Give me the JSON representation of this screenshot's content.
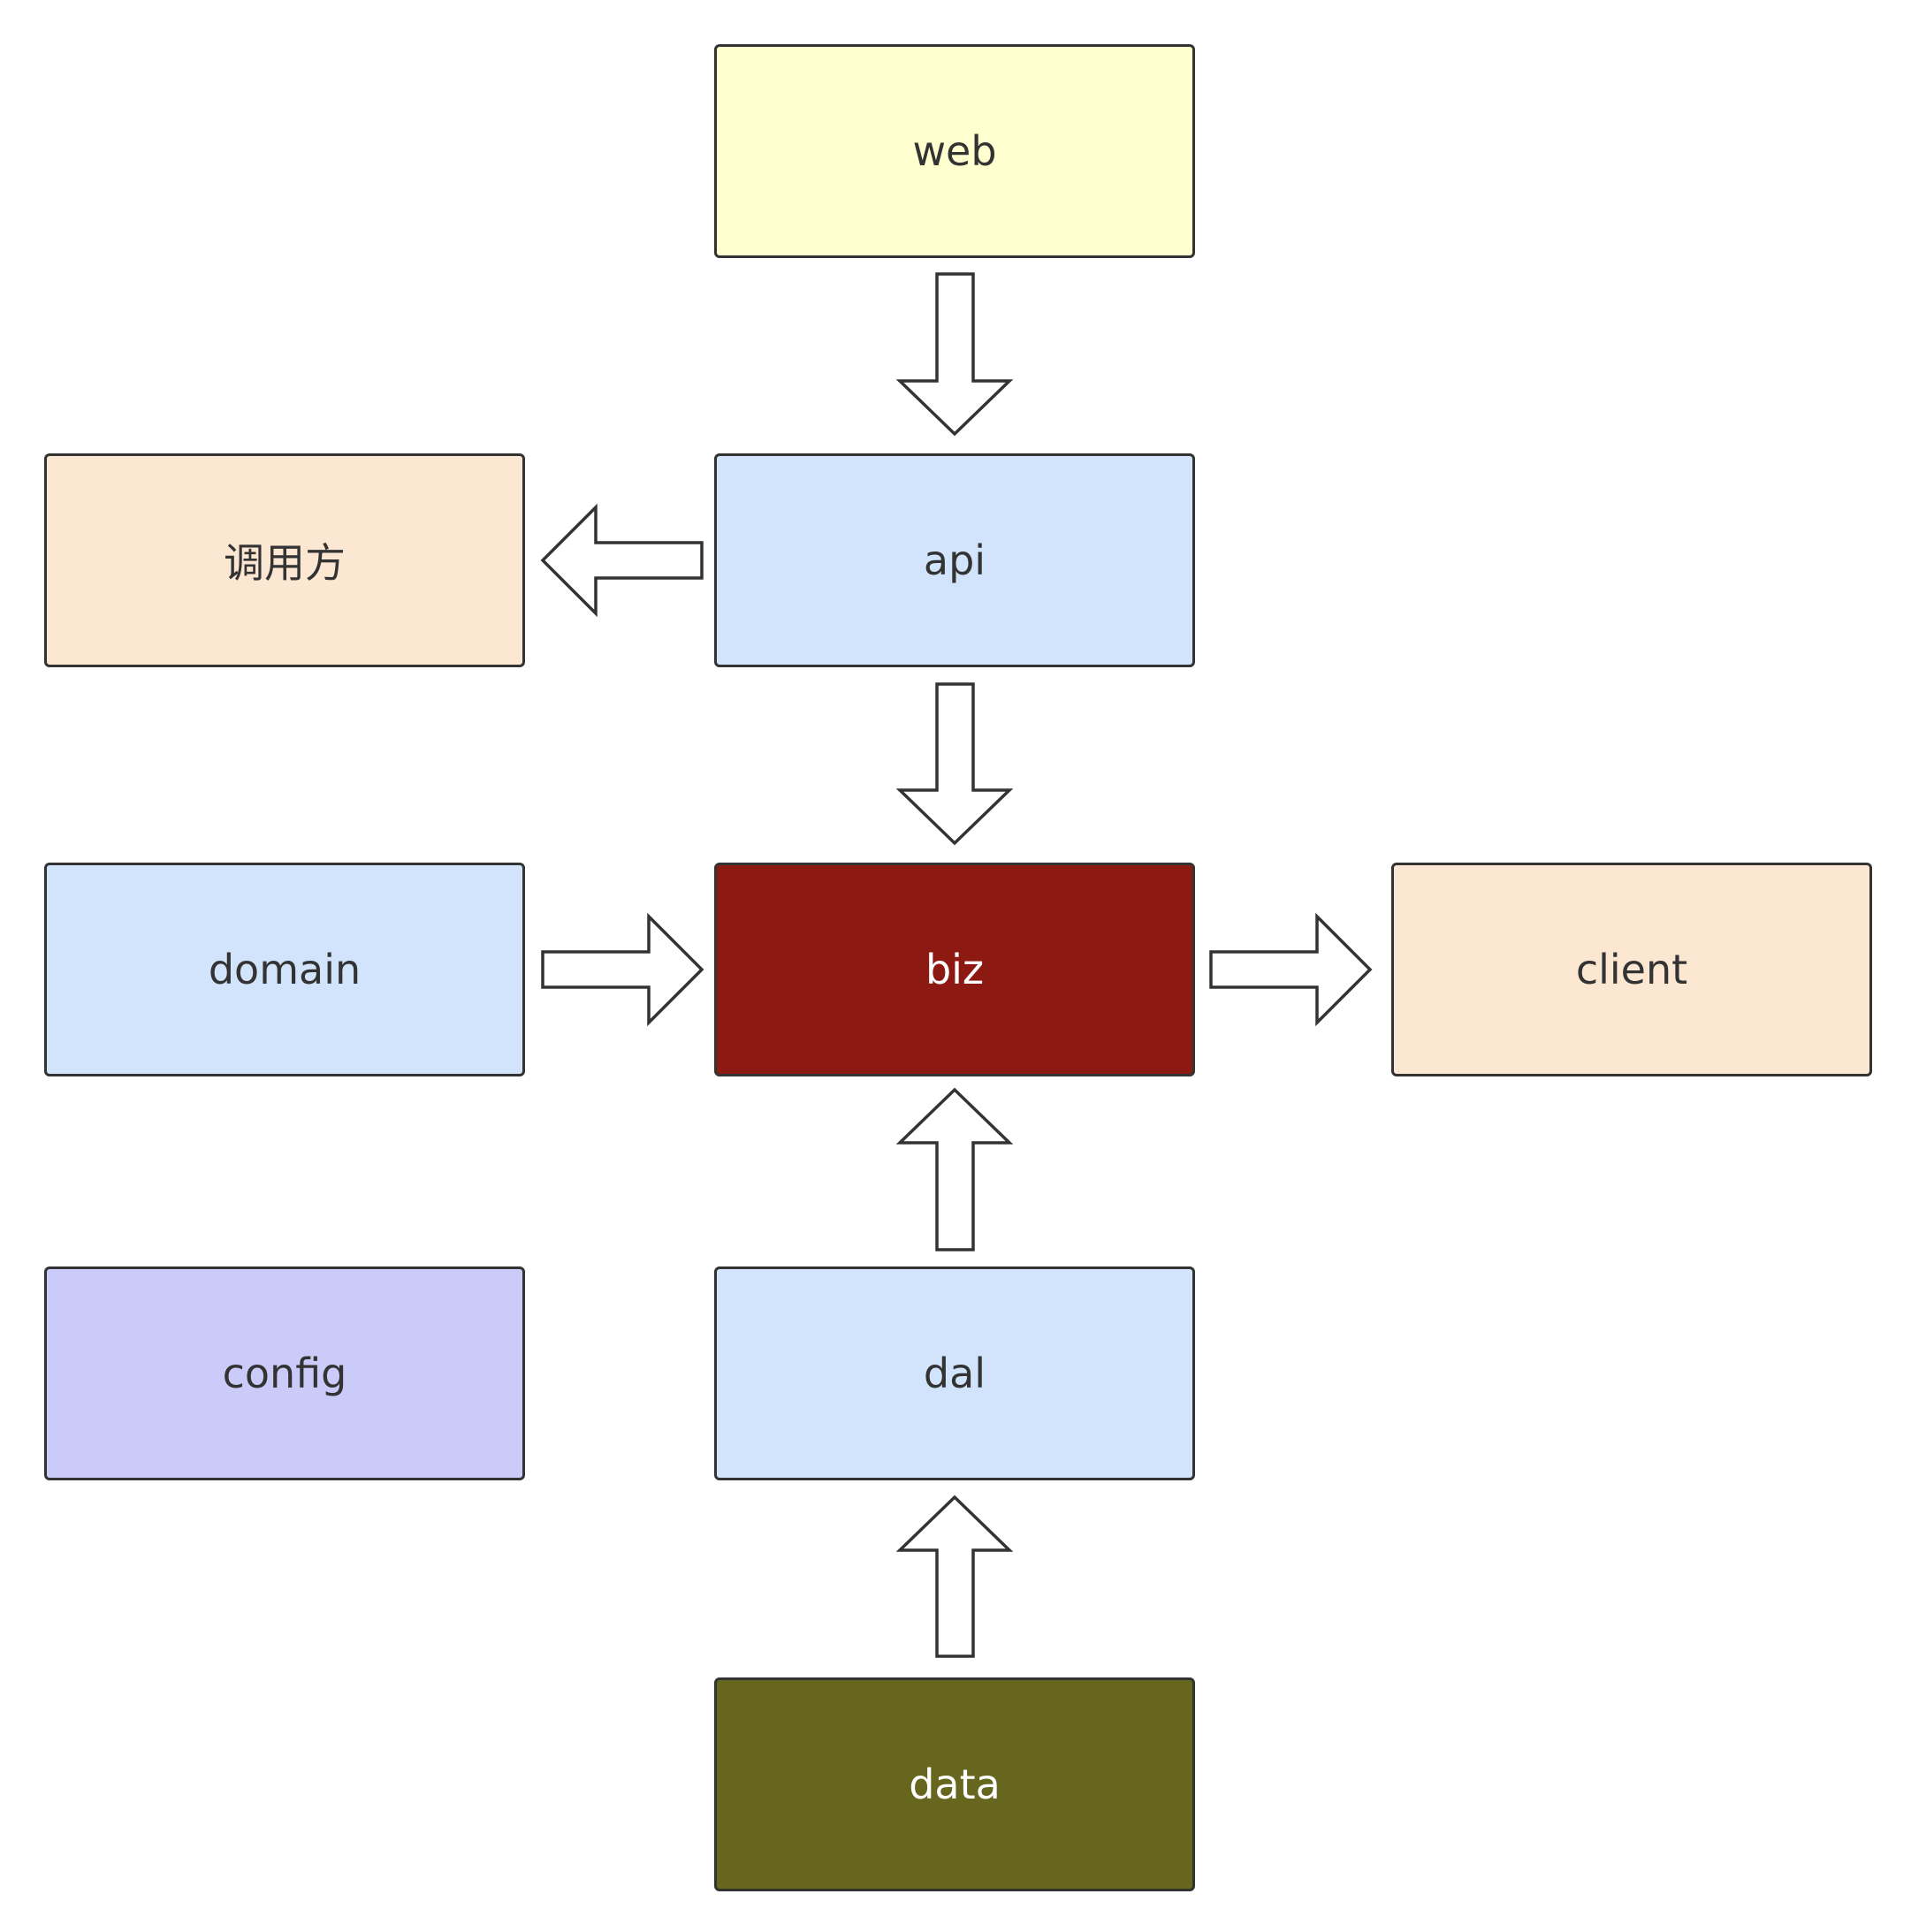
{
  "nodes": {
    "web": {
      "label": "web",
      "fill": "#ffffd0"
    },
    "caller": {
      "label": "调用方",
      "fill": "#fce7d2"
    },
    "api": {
      "label": "api",
      "fill": "#d1e4fc"
    },
    "domain": {
      "label": "domain",
      "fill": "#d1e4fc"
    },
    "biz": {
      "label": "biz",
      "fill": "#8c1a12"
    },
    "client": {
      "label": "client",
      "fill": "#fce7d2"
    },
    "config": {
      "label": "config",
      "fill": "#cbcbf9"
    },
    "dal": {
      "label": "dal",
      "fill": "#d1e4fc"
    },
    "data": {
      "label": "data",
      "fill": "#67661f"
    }
  },
  "edges": [
    {
      "from": "web",
      "to": "api"
    },
    {
      "from": "api",
      "to": "调用方"
    },
    {
      "from": "api",
      "to": "biz"
    },
    {
      "from": "domain",
      "to": "biz"
    },
    {
      "from": "biz",
      "to": "client"
    },
    {
      "from": "dal",
      "to": "biz"
    },
    {
      "from": "data",
      "to": "dal"
    }
  ],
  "colors": {
    "stroke": "#333333",
    "arrow_fill": "#ffffff",
    "background": "#ffffff"
  }
}
